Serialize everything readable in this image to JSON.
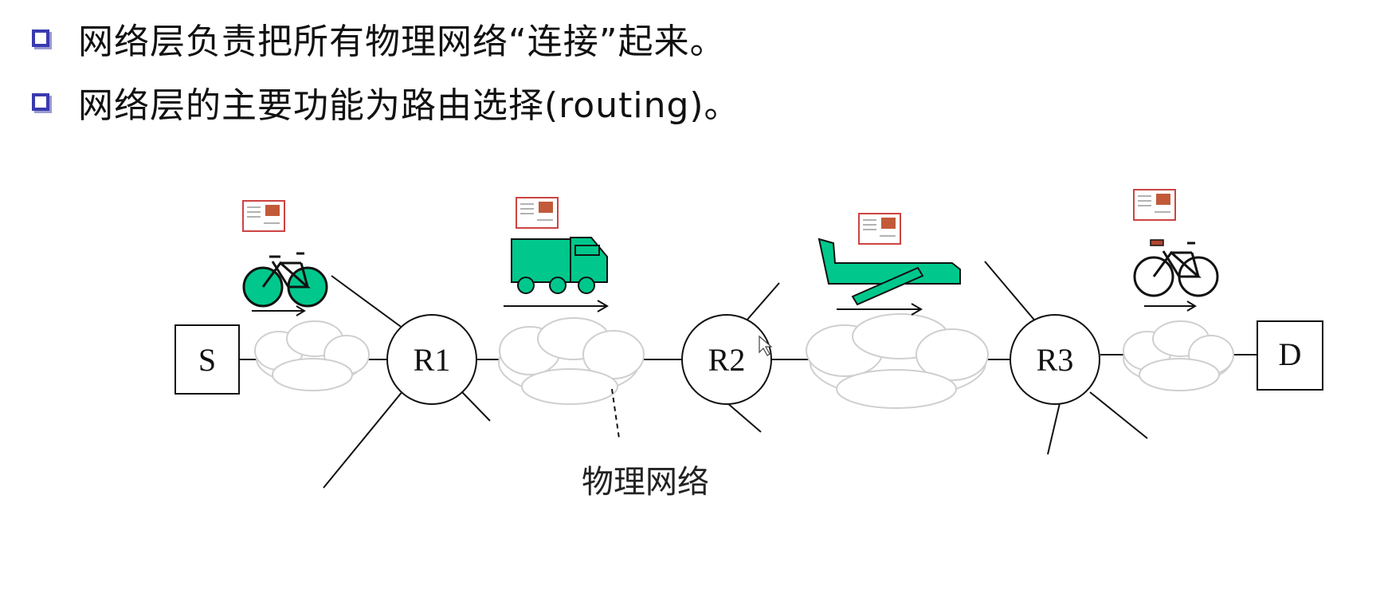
{
  "bullets": [
    {
      "text": "网络层负责把所有物理网络“连接”起来。"
    },
    {
      "text": "网络层的主要功能为路由选择(routing)。"
    }
  ],
  "nodes": {
    "source": "S",
    "router1": "R1",
    "router2": "R2",
    "router3": "R3",
    "destination": "D"
  },
  "caption": "物理网络",
  "vehicles": [
    "bicycle-icon",
    "truck-icon",
    "airplane-icon",
    "bicycle-icon"
  ],
  "colors": {
    "bullet": "#3a3ab0",
    "vehicle": "#00c88c",
    "line": "#111111",
    "cloud": "#cfcfcf"
  }
}
